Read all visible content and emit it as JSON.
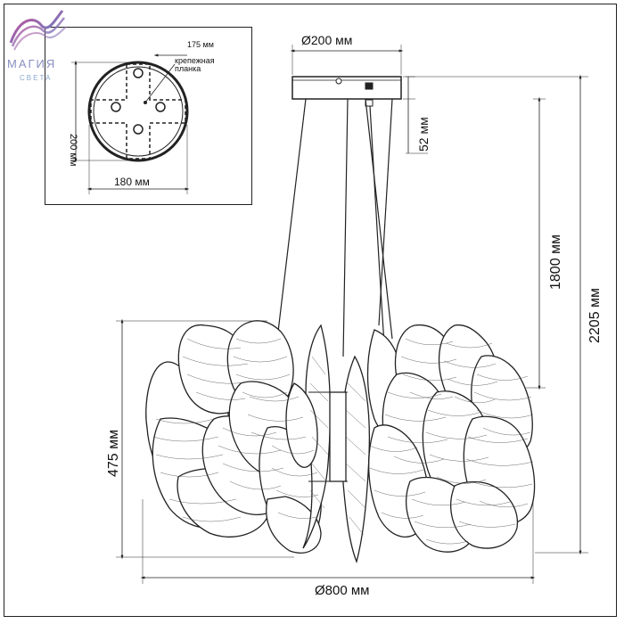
{
  "brand": {
    "name": "МАГИЯ",
    "subname": "СВЕТА"
  },
  "inset": {
    "label_175": "175 мм",
    "label_plate_line1": "крепежная",
    "label_plate_line2": "планка",
    "label_200": "200 мм",
    "label_180": "180 мм"
  },
  "dimensions": {
    "canopy_diameter": "Ø200 мм",
    "canopy_height": "52 мм",
    "cable_length": "1800 мм",
    "total_height": "2205 мм",
    "shade_height": "475 мм",
    "shade_diameter": "Ø800 мм"
  },
  "colors": {
    "line": "#222222",
    "brand_gradient_start": "#c9468f",
    "brand_gradient_end": "#5a8fd0"
  }
}
